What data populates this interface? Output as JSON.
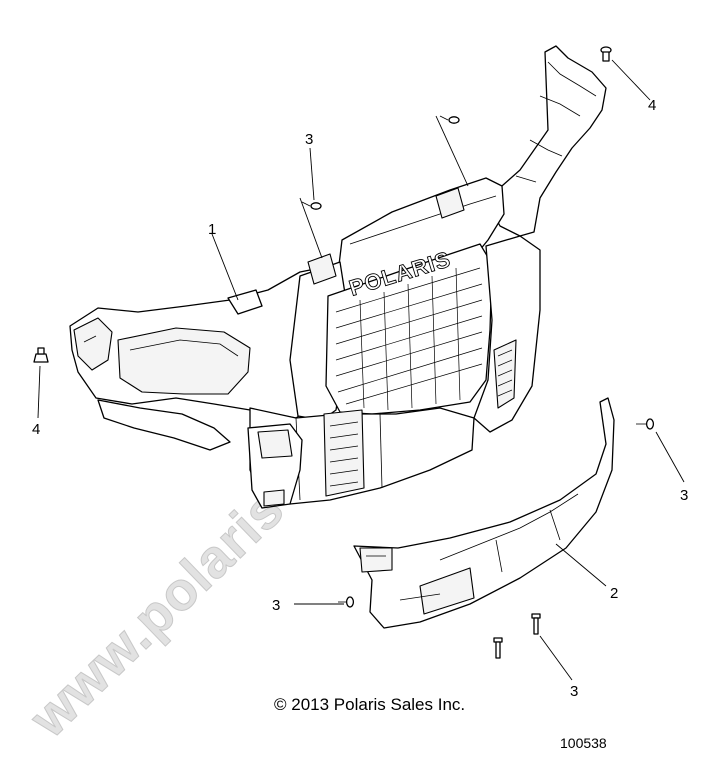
{
  "watermark_text": "www.polaris-teile.de",
  "brand_text": "POLARIS",
  "copyright_text": "© 2013 Polaris Sales Inc.",
  "figure_number": "100538",
  "callouts": [
    {
      "id": "callout-1",
      "label": "1"
    },
    {
      "id": "callout-2",
      "label": "2"
    },
    {
      "id": "callout-3a",
      "label": "3"
    },
    {
      "id": "callout-3b",
      "label": "3"
    },
    {
      "id": "callout-3c",
      "label": "3"
    },
    {
      "id": "callout-3d",
      "label": "3"
    },
    {
      "id": "callout-4a",
      "label": "4"
    },
    {
      "id": "callout-4b",
      "label": "4"
    }
  ]
}
